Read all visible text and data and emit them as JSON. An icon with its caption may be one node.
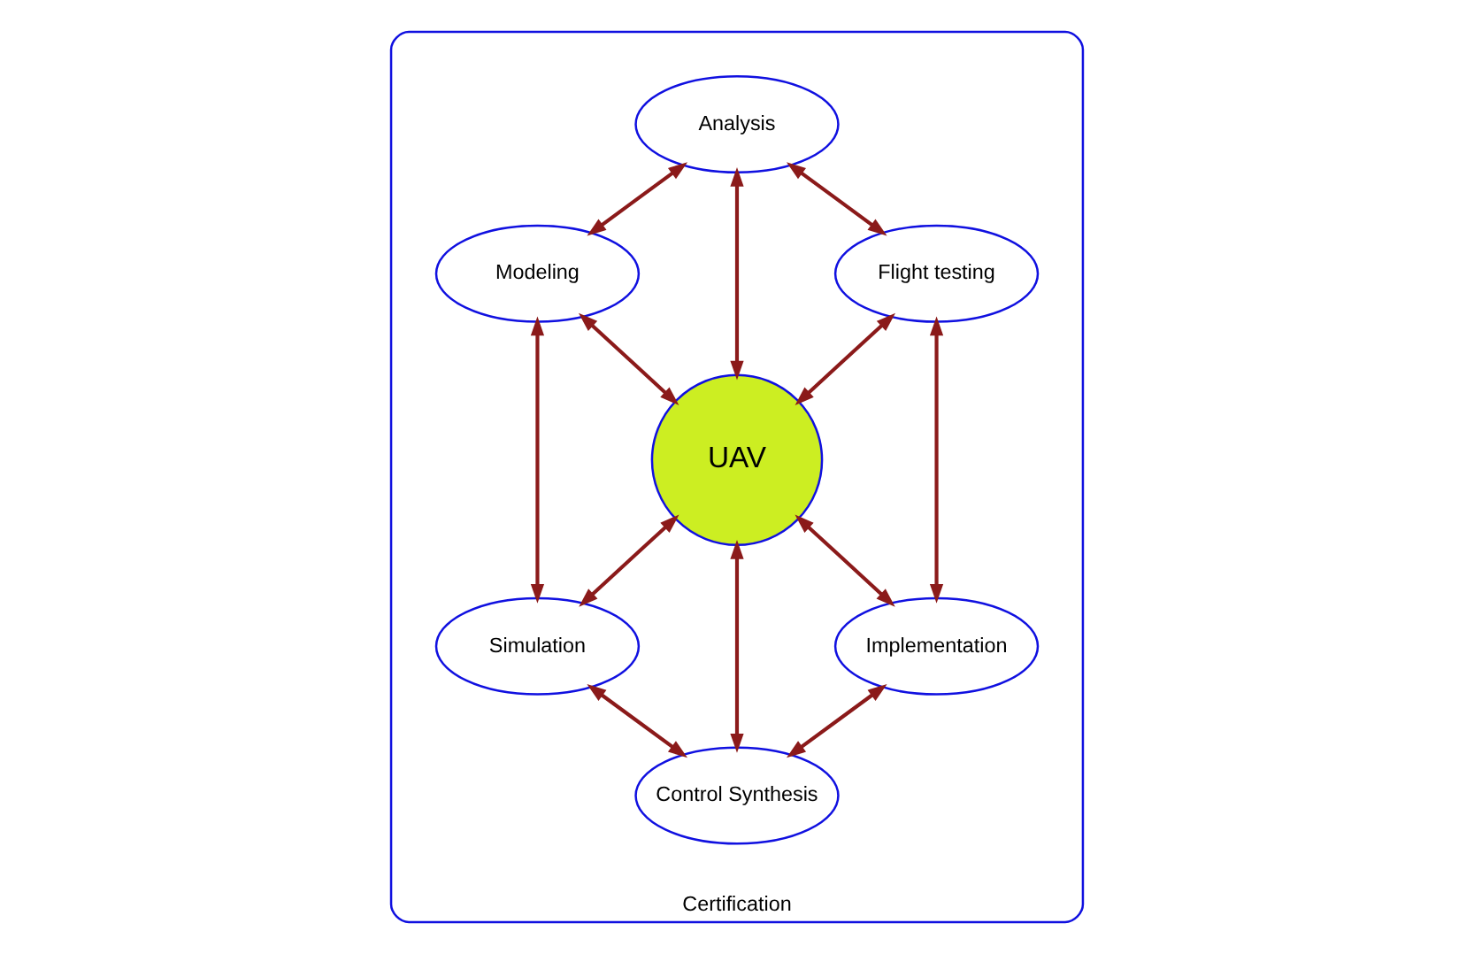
{
  "diagram": {
    "nodes": [
      {
        "text": [
          "Certification"
        ]
      },
      {
        "text": [
          "Analysis"
        ],
        "in": 0
      },
      {
        "text": [
          "Modeling"
        ],
        "in": 0
      },
      {
        "text": [
          "Flight testing"
        ],
        "in": 0
      },
      {
        "text": [
          "UAV"
        ],
        "in": 0
      },
      {
        "text": [
          "Simulation"
        ],
        "in": 0
      },
      {
        "text": [
          "Implementation"
        ],
        "in": 0
      },
      {
        "text": [
          "Control Synthesis"
        ],
        "in": 0
      }
    ],
    "edges": [
      {
        "from": 1,
        "to": 2,
        "arrow": "both"
      },
      {
        "from": 1,
        "to": 3,
        "arrow": "both"
      },
      {
        "from": 2,
        "to": 5,
        "arrow": "both"
      },
      {
        "from": 3,
        "to": 6,
        "arrow": "both"
      },
      {
        "from": 5,
        "to": 7,
        "arrow": "both"
      },
      {
        "from": 6,
        "to": 7,
        "arrow": "both"
      },
      {
        "from": 1,
        "to": 4,
        "arrow": "both"
      },
      {
        "from": 2,
        "to": 4,
        "arrow": "both"
      },
      {
        "from": 3,
        "to": 4,
        "arrow": "both"
      },
      {
        "from": 4,
        "to": 5,
        "arrow": "both"
      },
      {
        "from": 4,
        "to": 6,
        "arrow": "both"
      },
      {
        "from": 4,
        "to": 7,
        "arrow": "both"
      }
    ]
  }
}
